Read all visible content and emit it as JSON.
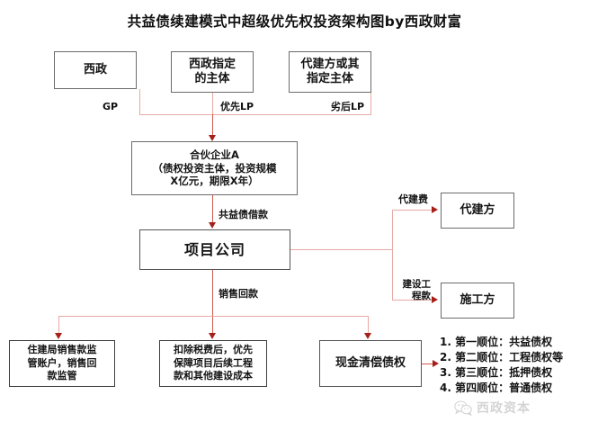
{
  "title": "共益债续建模式中超级优先权投资架构图by西政财富",
  "nodes": {
    "xizheng": "西政",
    "xizheng_entity": "西政指定\n的主体",
    "agent_entity": "代建方或其\n指定主体",
    "partnership": "合伙企业A\n（债权投资主体，投资规模\nX亿元，期限X年）",
    "project_company": "项目公司",
    "agent_party": "代建方",
    "contractor": "施工方",
    "supervision_account": "住建局销售款监\n管账户，销售回\n款监管",
    "tax_priority": "扣除税费后，优先\n保障项目后续工程\n款和其他建设成本",
    "cash_repayment": "现金清偿债权"
  },
  "edge_labels": {
    "gp": "GP",
    "priority_lp": "优先LP",
    "subordinate_lp": "劣后LP",
    "public_benefit_loan": "共益债借款",
    "sales_proceeds": "销售回款",
    "agent_fee": "代建费",
    "construction_fee": "建设工\n程款"
  },
  "priority_list": [
    "1. 第一顺位：共益债权",
    "2. 第二顺位：工程债权等",
    "3. 第三顺位：抵押债权",
    "4. 第四顺位：普通债权"
  ],
  "watermark": {
    "text": "西政资本",
    "icon": "wechat-icon"
  },
  "colors": {
    "connector": "#e8a9a3",
    "arrow": "#a6201a",
    "box_border": "#6b6b6b",
    "text": "#141414"
  }
}
